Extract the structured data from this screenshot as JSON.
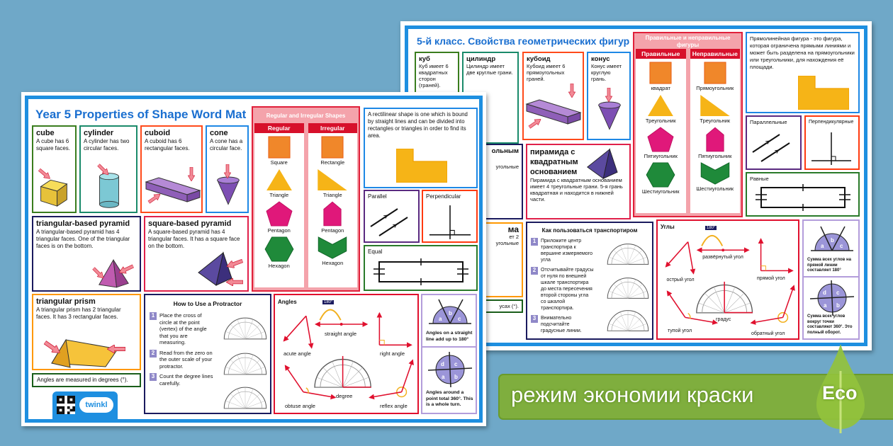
{
  "background_color": "#6fa8c8",
  "english_mat": {
    "title": "Year 5 Properties of Shape Word Mat",
    "cards": [
      {
        "title": "cube",
        "text": "A cube has 6 square faces."
      },
      {
        "title": "cylinder",
        "text": "A cylinder has two circular faces."
      },
      {
        "title": "cuboid",
        "text": "A cuboid has 6 rectangular faces."
      },
      {
        "title": "cone",
        "text": "A cone has a circular face."
      },
      {
        "title": "triangular-based pyramid",
        "text": "A triangular-based pyramid has 4 triangular faces. One of the triangular faces is on the bottom."
      },
      {
        "title": "square-based pyramid",
        "text": "A square-based pyramid has 4 triangular faces. It has a square face on the bottom."
      },
      {
        "title": "triangular prism",
        "text": "A triangular prism has 2 triangular faces. It has 3 rectangular faces."
      }
    ],
    "angles_note": "Angles are measured in degrees (°).",
    "brand": "twinkl",
    "shapes_panel": {
      "title": "Regular and Irregular Shapes",
      "regular_label": "Regular",
      "irregular_label": "Irregular",
      "regular": [
        "Square",
        "Triangle",
        "Pentagon",
        "Hexagon"
      ],
      "irregular": [
        "Rectangle",
        "Triangle",
        "Pentagon",
        "Hexagon"
      ]
    },
    "rectilinear": "A rectilinear shape is one which is bound by straight lines and can be divided into rectangles or triangles in order to find its area.",
    "parallel": "Parallel",
    "perpendicular": "Perpendicular",
    "equal": "Equal",
    "protractor": {
      "title": "How to Use a Protractor",
      "steps": [
        {
          "num": "1",
          "text": "Place the cross of circle at the point (vertex) of the angle that you are measuring."
        },
        {
          "num": "2",
          "text": "Read from the zero on the outer scale of your protractor."
        },
        {
          "num": "3",
          "text": "Count the degree lines carefully."
        }
      ]
    },
    "angles": {
      "title": "Angles",
      "badge": "180°",
      "straight": "straight angle",
      "acute": "acute angle",
      "right": "right angle",
      "degree": "degree",
      "obtuse": "obtuse angle",
      "reflex": "reflex angle"
    },
    "sums": {
      "straight_text": "Angles on a straight line add up to 180°",
      "point_text": "Angles around a point total 360°. This is a whole turn.",
      "letters": [
        "a",
        "b",
        "c",
        "d"
      ]
    }
  },
  "russian_mat": {
    "title": "5-й класс. Свойства геометрических фигур",
    "cards": [
      {
        "title": "куб",
        "text": "Куб имеет 6 квадратных сторон (граней)."
      },
      {
        "title": "цилиндр",
        "text": "Цилиндр имеет две круглые грани."
      },
      {
        "title": "кубоид",
        "text": "Кубоид имеет 6 прямоугольных граней."
      },
      {
        "title": "конус",
        "text": "Конус имеет круглую грань."
      },
      {
        "title": "пирамида с квадратным основанием",
        "text": "Пирамида с квадратным основанием имеет 4 треугольные грани. 5-я грань квадратная и находится в нижней части."
      }
    ],
    "partial_fragments": {
      "tri_pyramid_title": "ольным",
      "tri_pyramid_text": "угольные",
      "prism_title": "ма",
      "prism_text": "ет 2 угольные",
      "angles_note": "усах (°)."
    },
    "shapes_panel": {
      "title": "Правильные и неправильные фигуры",
      "regular_label": "Правильные",
      "irregular_label": "Неправильные",
      "regular": [
        "квадрат",
        "Треугольник",
        "Пятиугольник",
        "Шестиугольник"
      ],
      "irregular": [
        "Прямоугольник",
        "Треугольник",
        "Пятиугольник",
        "Шестиугольник"
      ]
    },
    "rectilinear": "Прямолинейная фигура - это фигура, которая ограничена прямыми линиями и может быть разделена на прямоугольники или треугольники, для нахождения её площади.",
    "parallel": "Параллельные",
    "perpendicular": "Перпендикулярные",
    "equal": "Равные",
    "protractor": {
      "title": "Как пользоваться транспортиром",
      "steps": [
        {
          "num": "1",
          "text": "Приложите центр транспортира к вершине измеряемого угла"
        },
        {
          "num": "2",
          "text": "Отсчитывайте градусы от нуля по внешней шкале транспортира до места пересечения второй стороны угла со шкалой транспортира."
        },
        {
          "num": "3",
          "text": "Внимательно подсчитайте градусные линии."
        }
      ]
    },
    "angles": {
      "title": "Углы",
      "badge": "180°",
      "straight": "развёрнутый угол",
      "acute": "острый угол",
      "right": "прямой угол",
      "degree": "градус",
      "obtuse": "тупой угол",
      "reflex": "обратный угол"
    },
    "sums": {
      "straight_text": "Сумма всех углов на прямой линии составляет 180°",
      "point_text": "Сумма всех углов вокруг точки составляют 360°. Это полный оборот.",
      "letters": [
        "a",
        "b",
        "c",
        "d"
      ]
    }
  },
  "eco_banner": {
    "text": "режим экономии краски",
    "badge": "Eco",
    "color": "#7fae3e"
  }
}
